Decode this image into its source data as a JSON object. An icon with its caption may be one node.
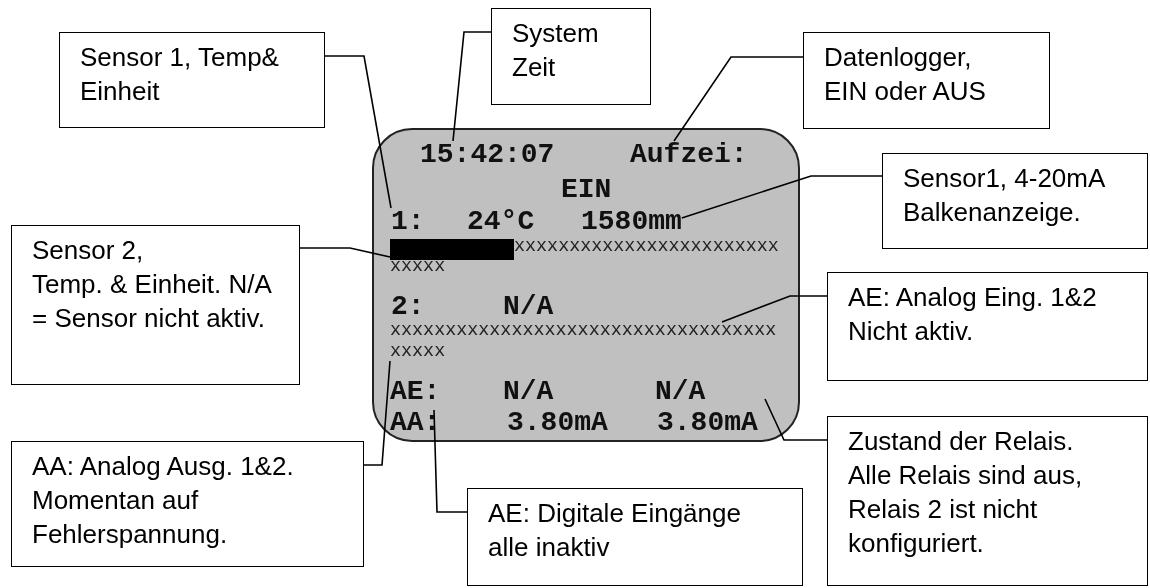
{
  "diagram": {
    "nodes": [
      {
        "text": [
          "Sensor 1, Temp& Einheit"
        ]
      },
      {
        "text": [
          "System Zeit"
        ]
      },
      {
        "text": [
          "Datenlogger, EIN oder AUS"
        ]
      },
      {
        "text": [],
        "shape": "box"
      },
      {
        "text": [
          "15:42:07"
        ],
        "in": 3
      },
      {
        "text": [
          "Aufzei:"
        ],
        "in": 3
      },
      {
        "text": [
          "EIN"
        ],
        "in": 3
      },
      {
        "text": [
          "1:"
        ],
        "in": 3
      },
      {
        "text": [
          "24°C"
        ],
        "in": 3
      },
      {
        "text": [
          "1580mm"
        ],
        "in": 3
      },
      {
        "text": [],
        "shape": "bar",
        "in": 3
      },
      {
        "text": [
          "xxxxxxxxxxxxxxxxxxxxxxxx"
        ],
        "in": 3
      },
      {
        "text": [
          "xxxxx"
        ],
        "in": 3
      },
      {
        "text": [
          "2:"
        ],
        "in": 3
      },
      {
        "text": [
          "N/A"
        ],
        "in": 3
      },
      {
        "text": [
          "xxxxxxxxxxxxxxxxxxxxxxxxxxxxxxxxxxx"
        ],
        "in": 3
      },
      {
        "text": [
          "xxxxx"
        ],
        "in": 3
      },
      {
        "text": [
          "AE:"
        ],
        "in": 3
      },
      {
        "text": [
          "N/A"
        ],
        "in": 3
      },
      {
        "text": [
          "N/A"
        ],
        "in": 3
      },
      {
        "text": [
          "AA:"
        ],
        "in": 3
      },
      {
        "text": [
          "3.80mA"
        ],
        "in": 3
      },
      {
        "text": [
          "3.80mA"
        ],
        "in": 3
      },
      {
        "text": [
          "Sensor1, 4-20mA Balkenanzeige."
        ]
      },
      {
        "text": [
          "Sensor 2,",
          "Temp. & Einheit. N/A = Sensor nicht aktiv."
        ]
      },
      {
        "text": [
          "AE: Analog Eing. 1&2 Nicht aktiv."
        ]
      },
      {
        "text": [
          "Zustand der Relais. Alle Relais sind aus, Relais 2 ist nicht konfiguriert."
        ]
      },
      {
        "text": [
          "AA: Analog Ausg. 1&2. Momentan auf Fehlerspannung."
        ]
      },
      {
        "text": [
          "AE: Digitale Eingänge alle inaktiv"
        ]
      }
    ],
    "edges": [
      {
        "from": 0,
        "to": 7,
        "arrow": "none"
      },
      {
        "from": 1,
        "to": 4,
        "arrow": "none"
      },
      {
        "from": 2,
        "to": 5,
        "arrow": "none"
      },
      {
        "from": 23,
        "to": 9,
        "arrow": "none"
      },
      {
        "from": 24,
        "to": 10,
        "arrow": "none"
      },
      {
        "from": 25,
        "to": 15,
        "arrow": "none"
      },
      {
        "from": 26,
        "to": 3,
        "arrow": "none"
      },
      {
        "from": 27,
        "to": 16,
        "arrow": "none"
      },
      {
        "from": 28,
        "to": 20,
        "arrow": "none"
      }
    ]
  }
}
